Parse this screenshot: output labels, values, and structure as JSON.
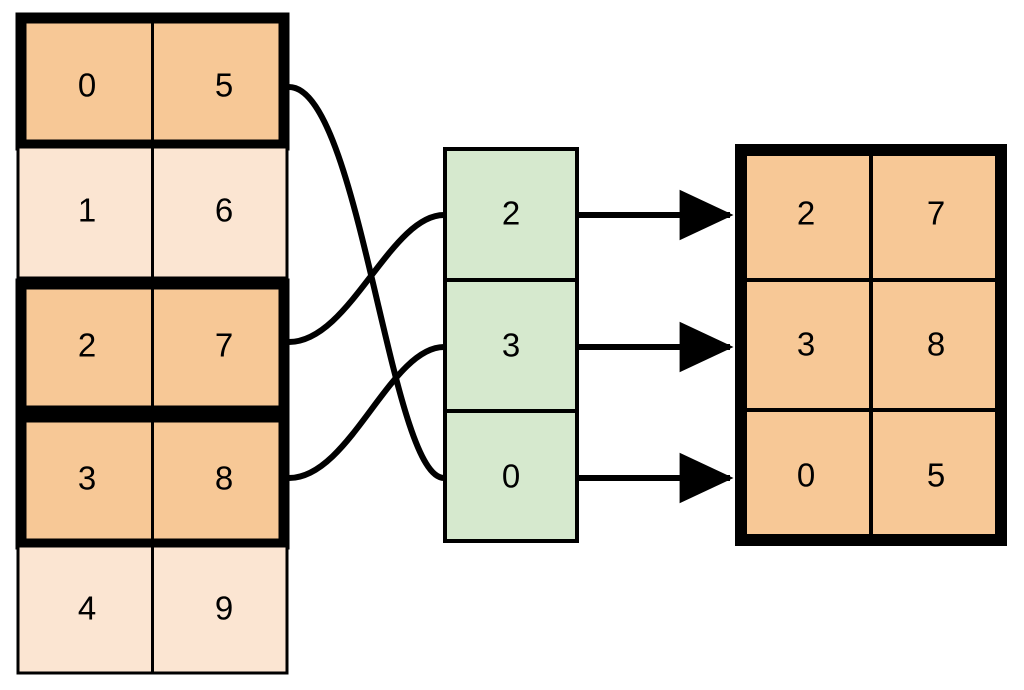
{
  "diagram": {
    "type": "table-index-lookup",
    "colors": {
      "highlight_fill": "#f7c896",
      "plain_fill": "#fbe5d2",
      "index_fill": "#d6e9ce",
      "stroke": "#000000",
      "background": "#ffffff"
    },
    "source_table": {
      "name": "source-table",
      "columns": 2,
      "rows": [
        {
          "key": "0",
          "value": "5",
          "highlighted": true
        },
        {
          "key": "1",
          "value": "6",
          "highlighted": false
        },
        {
          "key": "2",
          "value": "7",
          "highlighted": true
        },
        {
          "key": "3",
          "value": "8",
          "highlighted": true
        },
        {
          "key": "4",
          "value": "9",
          "highlighted": false
        }
      ]
    },
    "index_column": {
      "name": "index-column",
      "cells": [
        {
          "value": "2"
        },
        {
          "value": "3"
        },
        {
          "value": "0"
        }
      ]
    },
    "result_table": {
      "name": "result-table",
      "columns": 2,
      "rows": [
        {
          "key": "2",
          "value": "7"
        },
        {
          "key": "3",
          "value": "8"
        },
        {
          "key": "0",
          "value": "5"
        }
      ]
    },
    "curve_links": [
      {
        "from_row": 0,
        "to_cell": 2
      },
      {
        "from_row": 2,
        "to_cell": 0
      },
      {
        "from_row": 3,
        "to_cell": 1
      }
    ],
    "arrow_links": [
      {
        "from_cell": 0,
        "to_row": 0
      },
      {
        "from_cell": 1,
        "to_row": 1
      },
      {
        "from_cell": 2,
        "to_row": 2
      }
    ]
  }
}
